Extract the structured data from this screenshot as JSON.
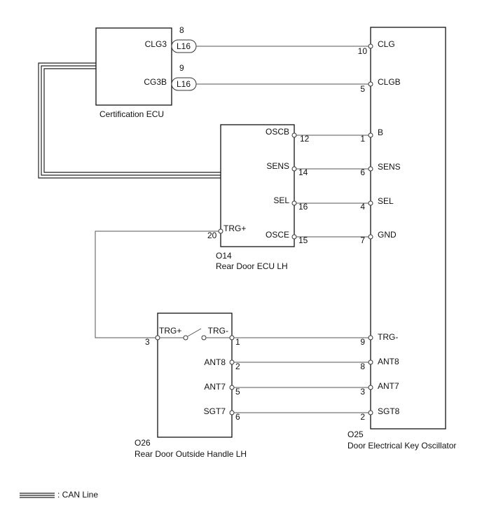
{
  "components": {
    "cert_ecu": {
      "name": "Certification ECU",
      "pin_clg3": "CLG3",
      "pin_cg3b": "CG3B"
    },
    "rear_door_ecu": {
      "code": "O14",
      "name": "Rear Door ECU LH",
      "pins": {
        "oscb": "OSCB",
        "sens": "SENS",
        "sel": "SEL",
        "osce": "OSCE",
        "trg": "TRG+"
      }
    },
    "outside_handle": {
      "code": "O26",
      "name": "Rear Door Outside Handle LH",
      "pins": {
        "trg_plus": "TRG+",
        "trg_minus": "TRG-",
        "ant8": "ANT8",
        "ant7": "ANT7",
        "sgt7": "SGT7"
      }
    },
    "oscillator": {
      "code": "O25",
      "name": "Door Electrical Key Oscillator",
      "pins": {
        "clg": "CLG",
        "clgb": "CLGB",
        "b": "B",
        "sens": "SENS",
        "sel": "SEL",
        "gnd": "GND",
        "trg": "TRG-",
        "ant8": "ANT8",
        "ant7": "ANT7",
        "sgt8": "SGT8"
      }
    }
  },
  "connector_tag": "L16",
  "pin_numbers": {
    "l16_a": "8",
    "l16_b": "9",
    "osc_clg": "10",
    "osc_clgb": "5",
    "ecu_oscb": "12",
    "ecu_sens": "14",
    "ecu_sel": "16",
    "ecu_osce": "15",
    "ecu_trg": "20",
    "osc_b": "1",
    "osc_sens": "6",
    "osc_sel": "4",
    "osc_gnd": "7",
    "h_trg_plus": "3",
    "h_trg_minus": "1",
    "h_ant8": "2",
    "h_ant7": "5",
    "h_sgt7": "6",
    "osc_trg": "9",
    "osc_ant8": "8",
    "osc_ant7": "3",
    "osc_sgt8": "2"
  },
  "legend": {
    "can_line": ": CAN Line"
  },
  "colors": {
    "line": "#111111",
    "wire": "#555555"
  }
}
